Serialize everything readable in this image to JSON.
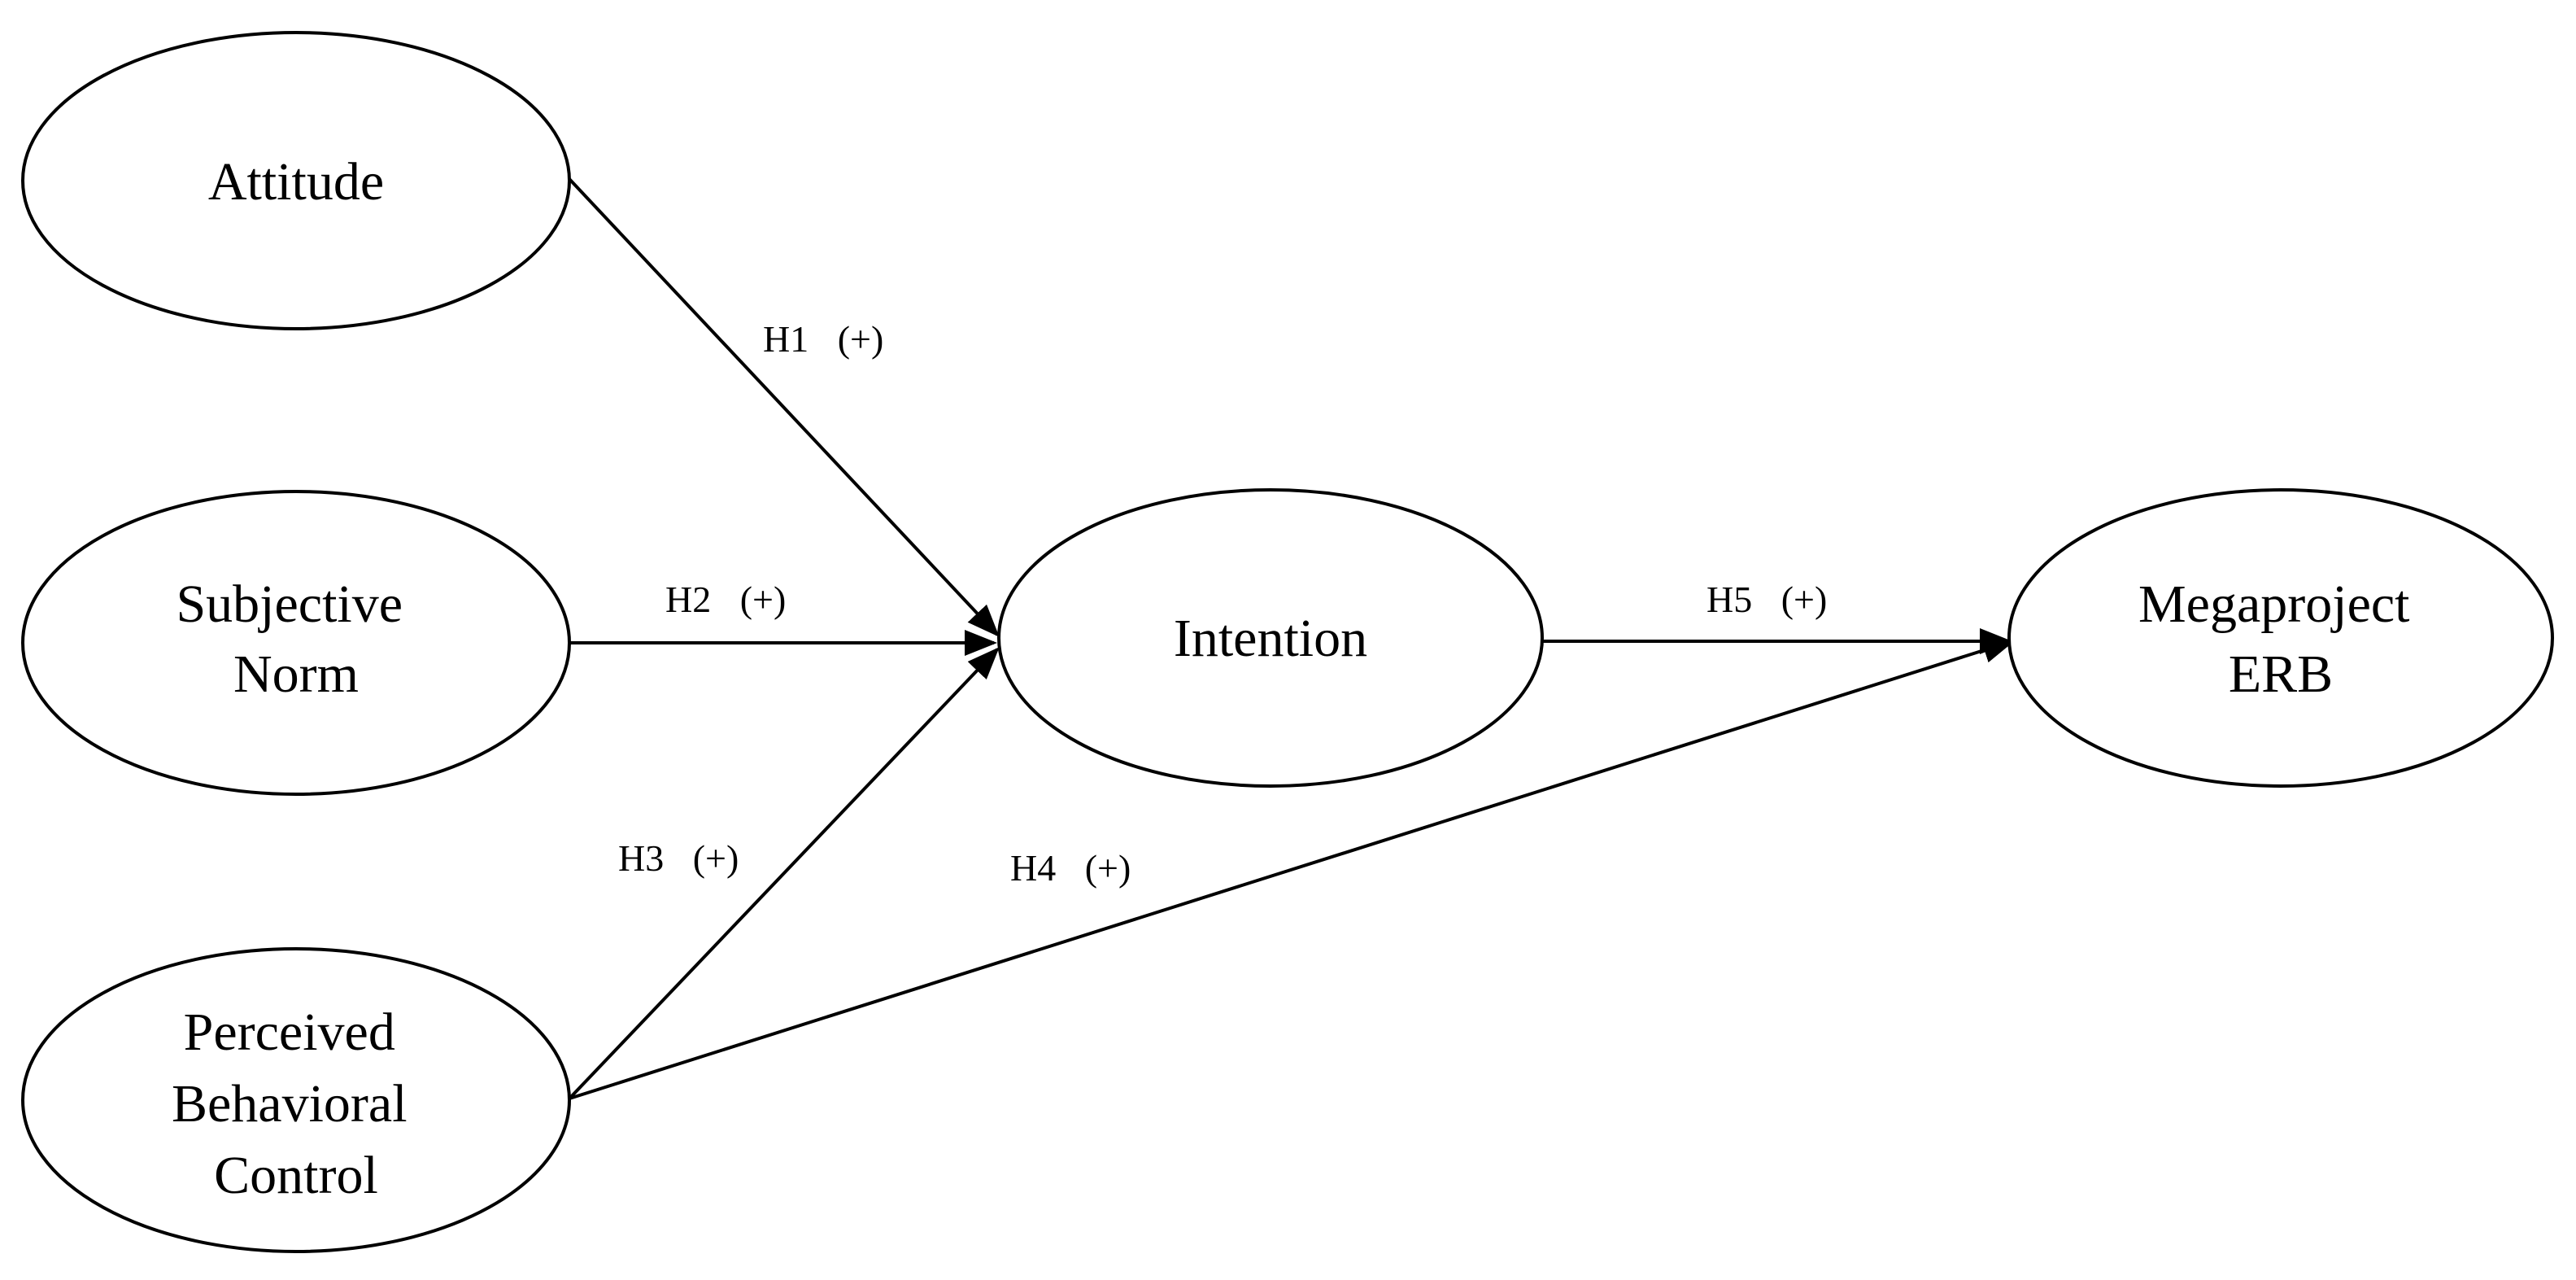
{
  "diagram": {
    "nodes": {
      "attitude": {
        "lines": [
          "Attitude"
        ]
      },
      "subjective_norm": {
        "lines": [
          "Subjective",
          "Norm"
        ]
      },
      "perceived_behavioral_control": {
        "lines": [
          "Perceived",
          "Behavioral",
          "Control"
        ]
      },
      "intention": {
        "lines": [
          "Intention"
        ]
      },
      "megaproject_erb": {
        "lines": [
          "Megaproject",
          "ERB"
        ]
      }
    },
    "edges": {
      "h1": {
        "label": "H1",
        "sign": "(+)",
        "from": "Attitude",
        "to": "Intention"
      },
      "h2": {
        "label": "H2",
        "sign": "(+)",
        "from": "Subjective Norm",
        "to": "Intention"
      },
      "h3": {
        "label": "H3",
        "sign": "(+)",
        "from": "Perceived Behavioral Control",
        "to": "Intention"
      },
      "h4": {
        "label": "H4",
        "sign": "(+)",
        "from": "Perceived Behavioral Control",
        "to": "Megaproject ERB"
      },
      "h5": {
        "label": "H5",
        "sign": "(+)",
        "from": "Intention",
        "to": "Megaproject ERB"
      }
    },
    "colors": {
      "stroke": "#000000",
      "fill": "#ffffff",
      "text": "#000000"
    }
  }
}
